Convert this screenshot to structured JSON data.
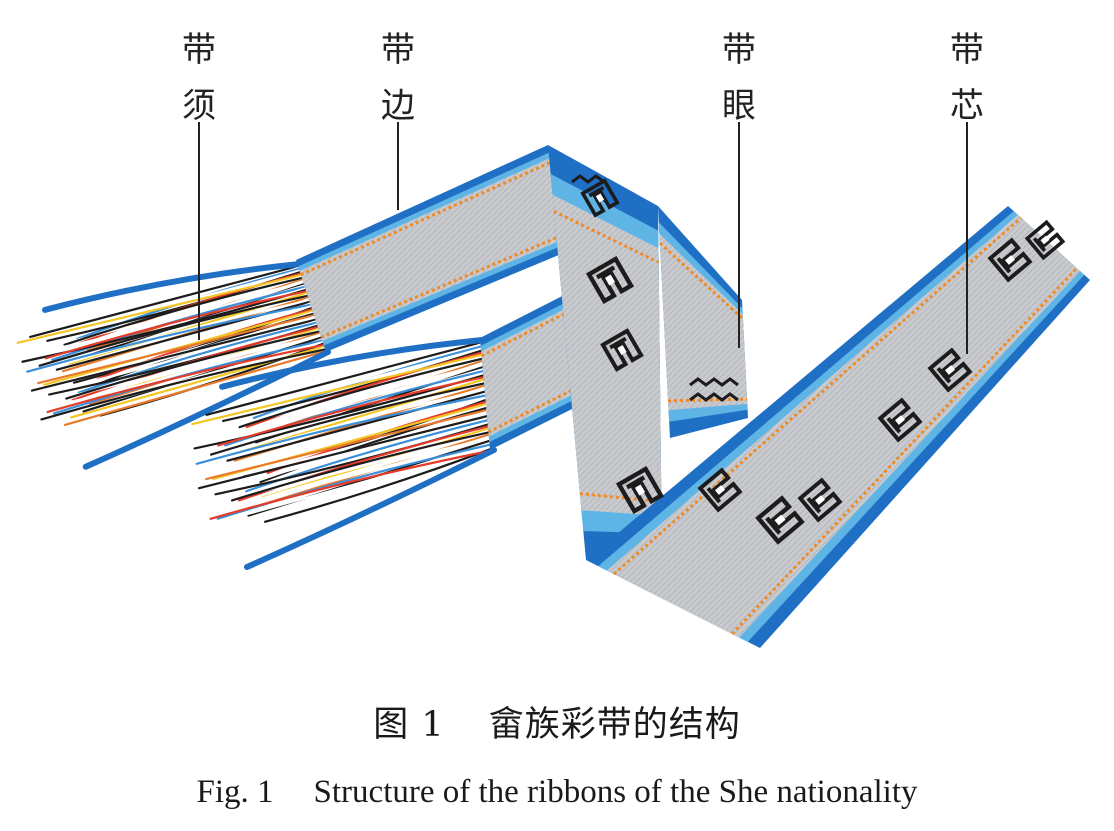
{
  "labels": [
    {
      "id": "fringe",
      "line1": "带",
      "line2": "须"
    },
    {
      "id": "edge",
      "line1": "带",
      "line2": "边"
    },
    {
      "id": "eye",
      "line1": "带",
      "line2": "眼"
    },
    {
      "id": "core",
      "line1": "带",
      "line2": "芯"
    }
  ],
  "caption": {
    "cn_number": "图 1",
    "cn_text": "畲族彩带的结构",
    "en_number": "Fig. 1",
    "en_text": "Structure of the ribbons of the She nationality"
  },
  "colors": {
    "border_blue": "#1f6fc4",
    "light_blue": "#5fb4e6",
    "body_gray": "#c9cbcf",
    "orange_dots": "#f08a24",
    "glyph_dark": "#1c1c1c",
    "fringe_red": "#e53b2a",
    "fringe_yellow": "#f3c623"
  }
}
